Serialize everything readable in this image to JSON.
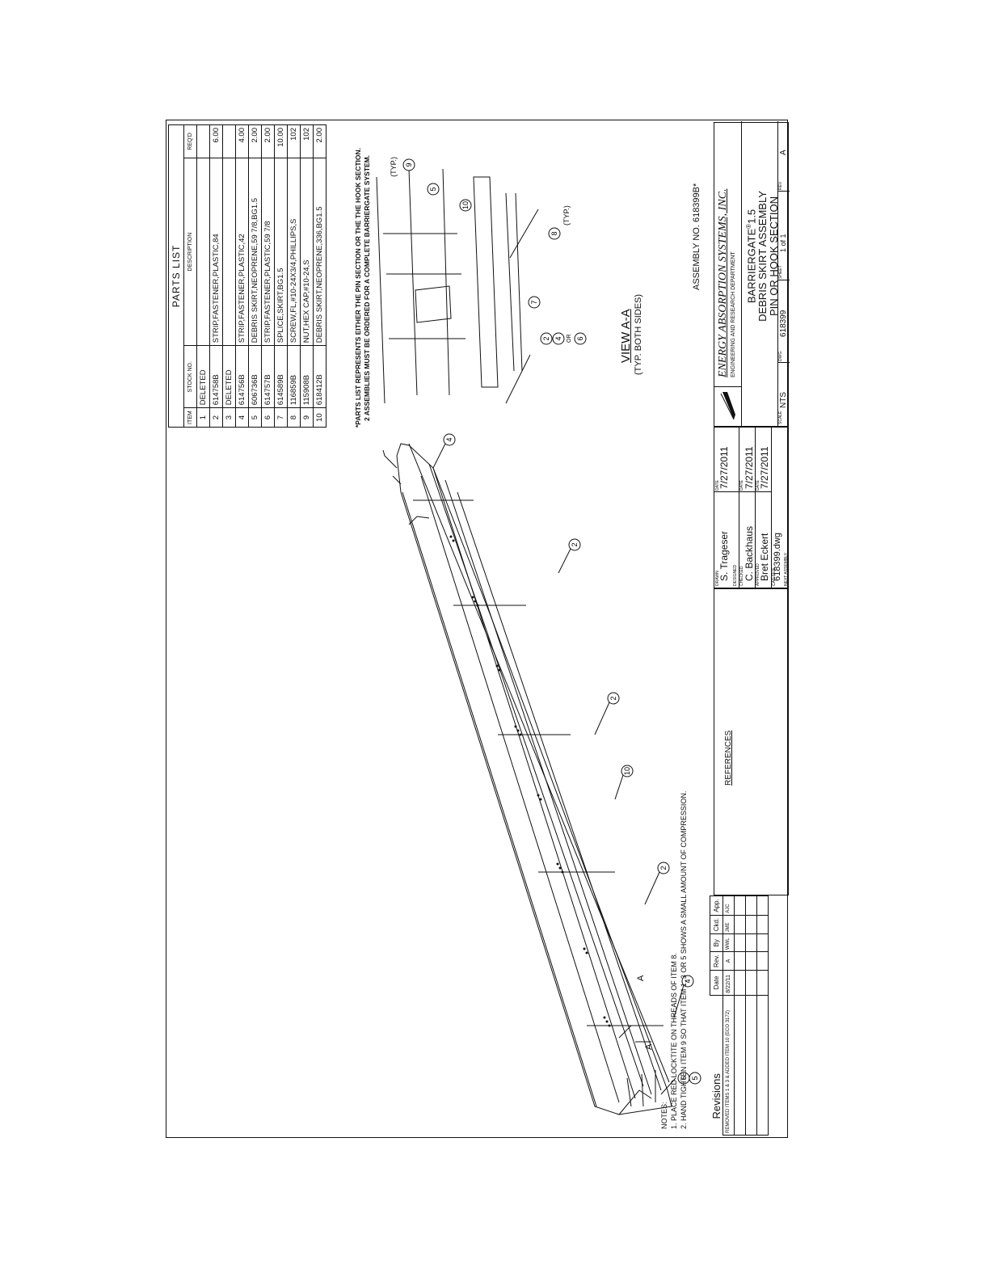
{
  "parts_list": {
    "title": "PARTS LIST",
    "headers": [
      "ITEM",
      "STOCK NO.",
      "DESCRIPTION",
      "REQ'D"
    ],
    "rows": [
      {
        "item": "1",
        "stock": "DELETED",
        "desc": "",
        "qty": ""
      },
      {
        "item": "2",
        "stock": "614758B",
        "desc": "STRIP,FASTENER,PLASTIC,84",
        "qty": "6.00"
      },
      {
        "item": "3",
        "stock": "DELETED",
        "desc": "",
        "qty": ""
      },
      {
        "item": "4",
        "stock": "614756B",
        "desc": "STRIP,FASTENER,PLASTIC,42",
        "qty": "4.00"
      },
      {
        "item": "5",
        "stock": "606736B",
        "desc": "DEBRIS SKIRT,NEOPRENE,59 7/8,BG1.5",
        "qty": "2.00"
      },
      {
        "item": "6",
        "stock": "614757B",
        "desc": "STRIP,FASTENER,PLASTIC,59 7/8",
        "qty": "2.00"
      },
      {
        "item": "7",
        "stock": "614589B",
        "desc": "SPLICE,SKIRT,BG1.5",
        "qty": "10.00"
      },
      {
        "item": "8",
        "stock": "116859B",
        "desc": "SCREW,FL,#10-24X3/4,PHILLIPS,S",
        "qty": "102"
      },
      {
        "item": "9",
        "stock": "115908B",
        "desc": "NUT,HEX CAP,#10-24,S",
        "qty": "102"
      },
      {
        "item": "10",
        "stock": "618412B",
        "desc": "DEBRIS SKIRT,NEOPRENE,336,BG1.5",
        "qty": "2.00"
      }
    ],
    "note_line1": "*PARTS LIST REPRESENTS EITHER THE PIN SECTION OR THE THE HOOK SECTION.",
    "note_line2": "2 ASSEMBLIES MUST BE ORDERED FOR A COMPLETE BARRIERGATE SYSTEM."
  },
  "view": {
    "title": "VIEW A-A",
    "subtitle": "(TYP. BOTH SIDES)",
    "typ_label": "(TYP.)",
    "or_label": "OR",
    "section_marker": "A"
  },
  "assembly_no": "ASSEMBLY NO. 618399B*",
  "notes": {
    "heading": "NOTES:",
    "items": [
      "1. PLACE RED LOCKTITE ON THREADS OF ITEM 8.",
      "2. HAND TIGHTEN ITEM 9 SO THAT ITEM 1, 3 OR 5 SHOWS A SMALL AMOUNT OF COMPRESSION."
    ]
  },
  "revisions": {
    "title": "Revisions",
    "headers": [
      "Date",
      "Rev.",
      "By",
      "Ckd.",
      "App."
    ],
    "rows": [
      {
        "desc": "REMOVED ITEMS 1 & 3 & ADDED ITEM 10 (ECO 3172)",
        "date": "8/22/11",
        "rev": "A",
        "by": "WWL",
        "ckd": "JME",
        "app": "AJC"
      }
    ]
  },
  "references": {
    "label": "REFERENCES"
  },
  "signoff": {
    "drawn_label": "DRAWN",
    "designed_label": "DESIGNED",
    "drawn_by": "S. Trageser",
    "drawn_date": "7/27/2011",
    "checked_label": "CHECKED",
    "checked_by": "C. Backhaus",
    "checked_date": "7/27/2011",
    "approved_label": "APPROVED",
    "approved_by": "Bret Eckert",
    "approved_date": "7/27/2011",
    "date_label": "DATE",
    "cad_label": "CAD FILE",
    "cad_file": "618399.dwg",
    "next_label": "NEXT ASSEMBLY"
  },
  "title_block": {
    "company": "ENERGY ABSORPTION SYSTEMS, INC.",
    "department": "ENGINEERING AND RESEARCH DEPARTMENT",
    "line1": "BARRIERGATE",
    "line1_mark": "®",
    "line1_suffix": "1.5",
    "line2": "DEBRIS SKIRT ASSEMBLY",
    "line3": "PIN OR HOOK SECTION",
    "scale_label": "SCALE",
    "scale": "NTS",
    "dwg_label": "DWG.",
    "dwg": "618399",
    "sheet_label": "SHEET",
    "sheet": "1 of 1",
    "rev_label": "REV",
    "rev": "A"
  },
  "callouts": [
    "2",
    "4",
    "5",
    "6",
    "7",
    "8",
    "9",
    "10"
  ]
}
